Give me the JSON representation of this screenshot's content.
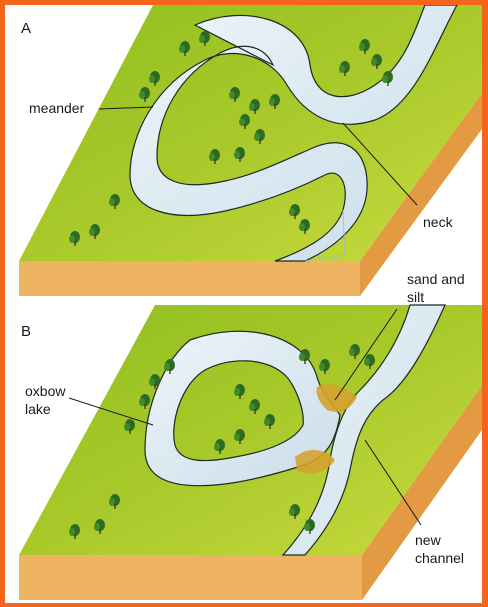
{
  "panels": [
    {
      "letter": "A",
      "labels": {
        "meander": "meander",
        "neck": "neck"
      }
    },
    {
      "letter": "B",
      "labels": {
        "oxbow_line1": "oxbow",
        "oxbow_line2": "lake",
        "sand_line1": "sand and",
        "sand_line2": "silt",
        "channel_line1": "new",
        "channel_line2": "channel"
      }
    }
  ],
  "colors": {
    "frame_border": "#f3641c",
    "grass": "#8fbe1f",
    "grass_light": "#c7d83a",
    "soil_side": "#f0b866",
    "soil_front": "#e89a3c",
    "water": "#dbe9f2",
    "tree": "#2d6b24",
    "sand": "#d4a230"
  }
}
